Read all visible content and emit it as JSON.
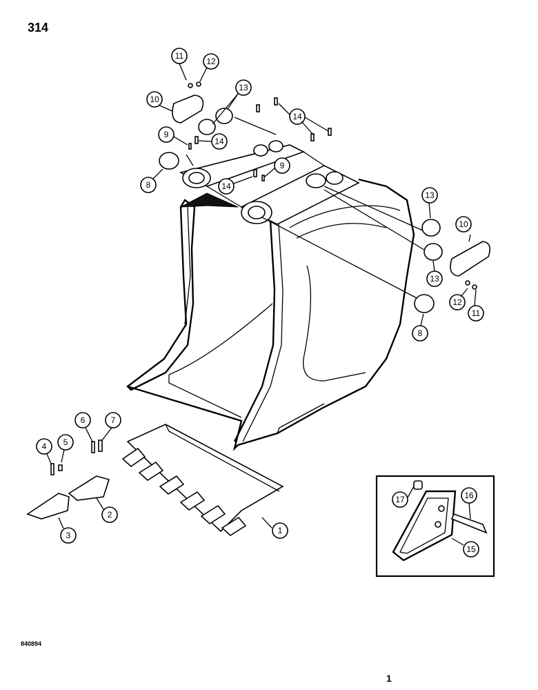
{
  "page_number": "314",
  "drawing_code": "840894",
  "footer_mark": "1",
  "callouts": [
    {
      "label": "1"
    },
    {
      "label": "2"
    },
    {
      "label": "3"
    },
    {
      "label": "4"
    },
    {
      "label": "5"
    },
    {
      "label": "6"
    },
    {
      "label": "7"
    },
    {
      "label": "8"
    },
    {
      "label": "8"
    },
    {
      "label": "9"
    },
    {
      "label": "9"
    },
    {
      "label": "10"
    },
    {
      "label": "10"
    },
    {
      "label": "11"
    },
    {
      "label": "11"
    },
    {
      "label": "12"
    },
    {
      "label": "12"
    },
    {
      "label": "13"
    },
    {
      "label": "13"
    },
    {
      "label": "13"
    },
    {
      "label": "14"
    },
    {
      "label": "14"
    },
    {
      "label": "14"
    },
    {
      "label": "15"
    },
    {
      "label": "16"
    },
    {
      "label": "17"
    }
  ]
}
